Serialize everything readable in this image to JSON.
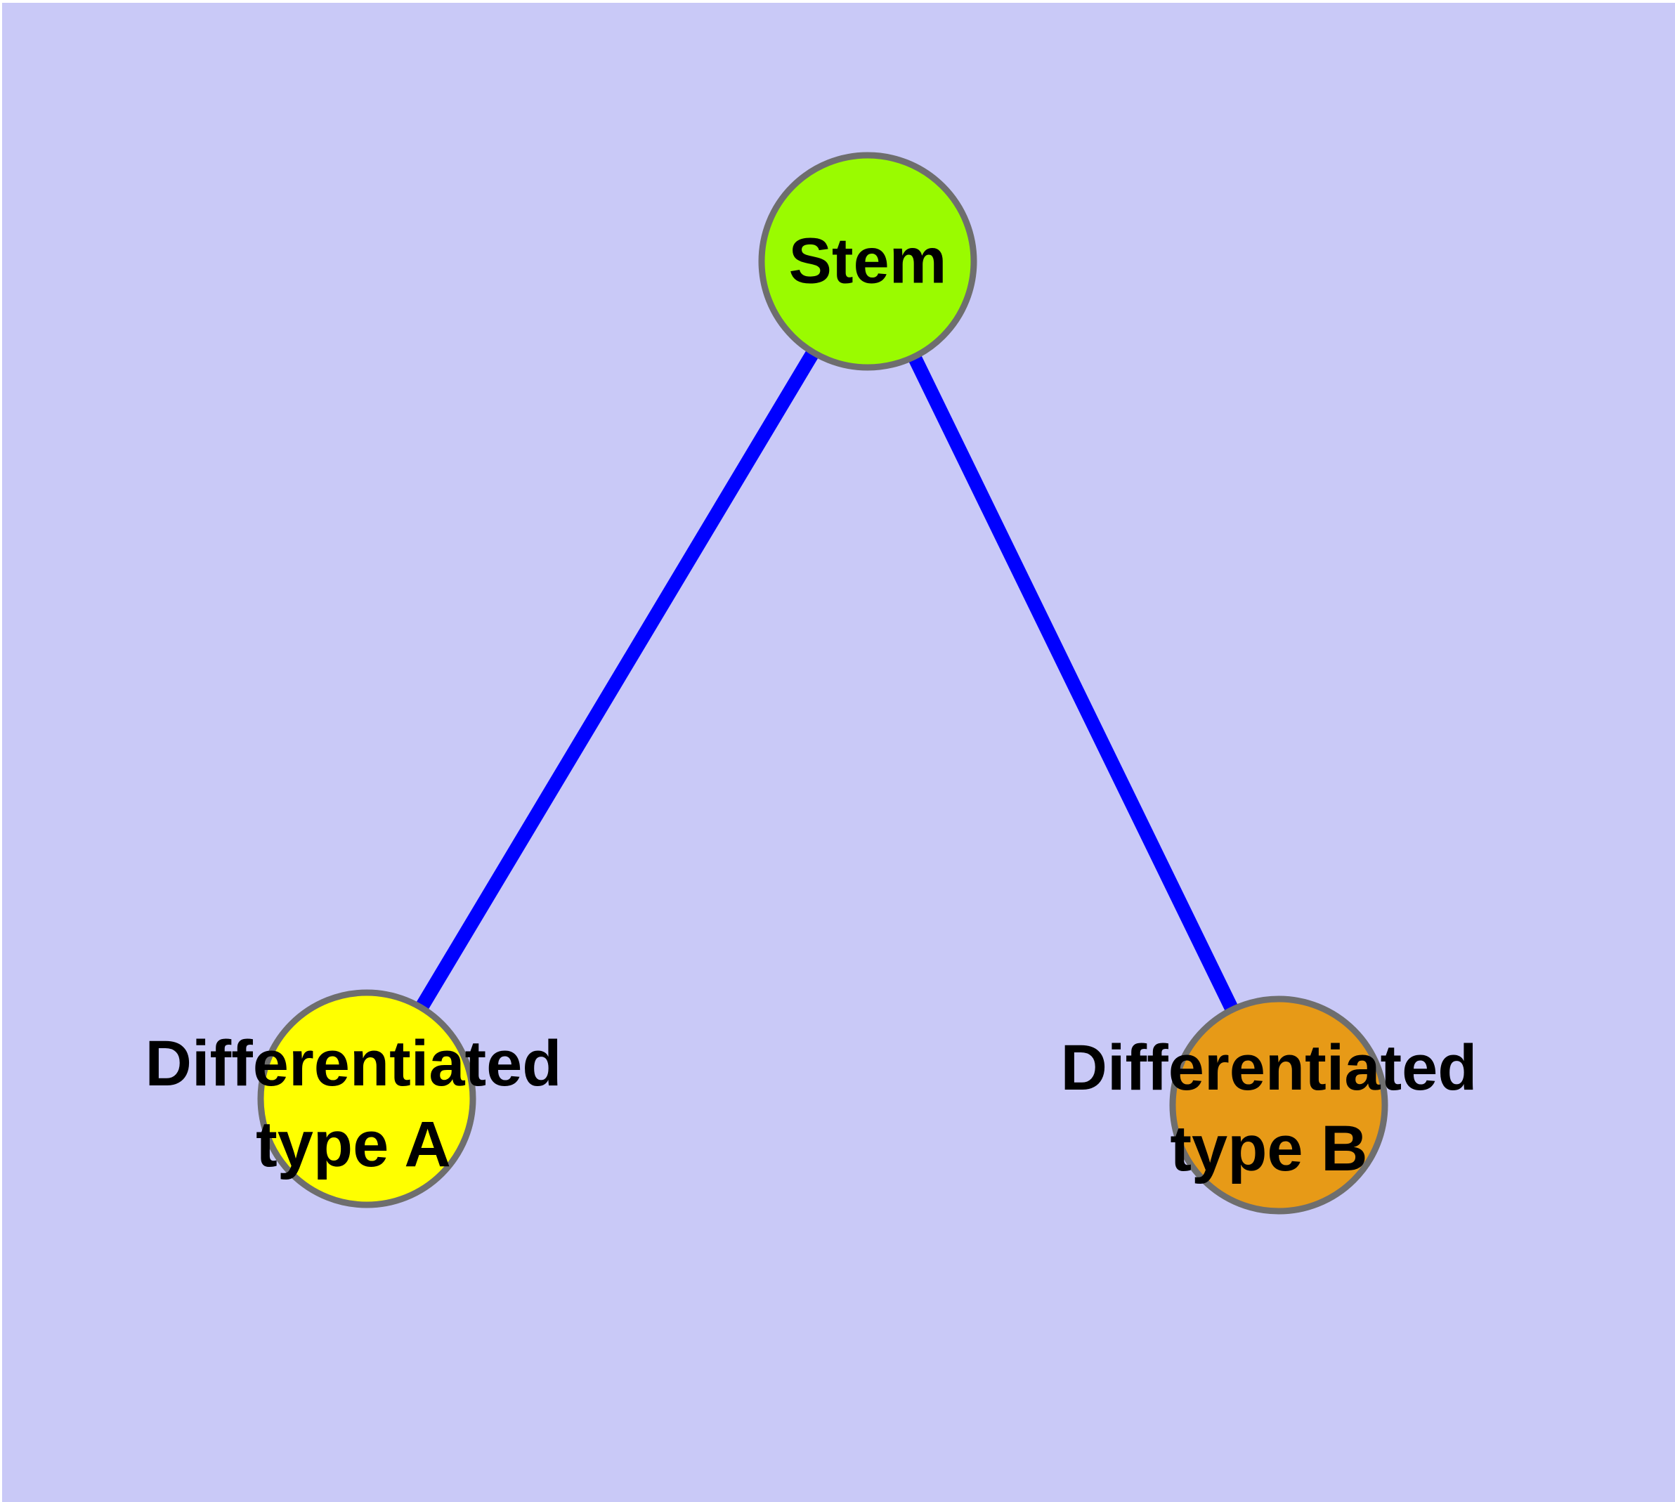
{
  "diagram": {
    "type": "node-link-graph",
    "nodes": [
      {
        "id": "stem",
        "label": "Stem",
        "color": "#9AFB00"
      },
      {
        "id": "typeA",
        "label": "Differentiated\ntype A",
        "color": "#FFFF00"
      },
      {
        "id": "typeB",
        "label": "Differentiated\ntype B",
        "color": "#E79A17"
      }
    ],
    "edges": [
      {
        "from": "stem",
        "to": "typeA"
      },
      {
        "from": "stem",
        "to": "typeB"
      }
    ]
  },
  "colors": {
    "background": "#C9C9F7",
    "margin": "#FFFFFF",
    "edge": "#0000FF",
    "node_border": "#6E6E6E",
    "label_text": "#000000"
  }
}
